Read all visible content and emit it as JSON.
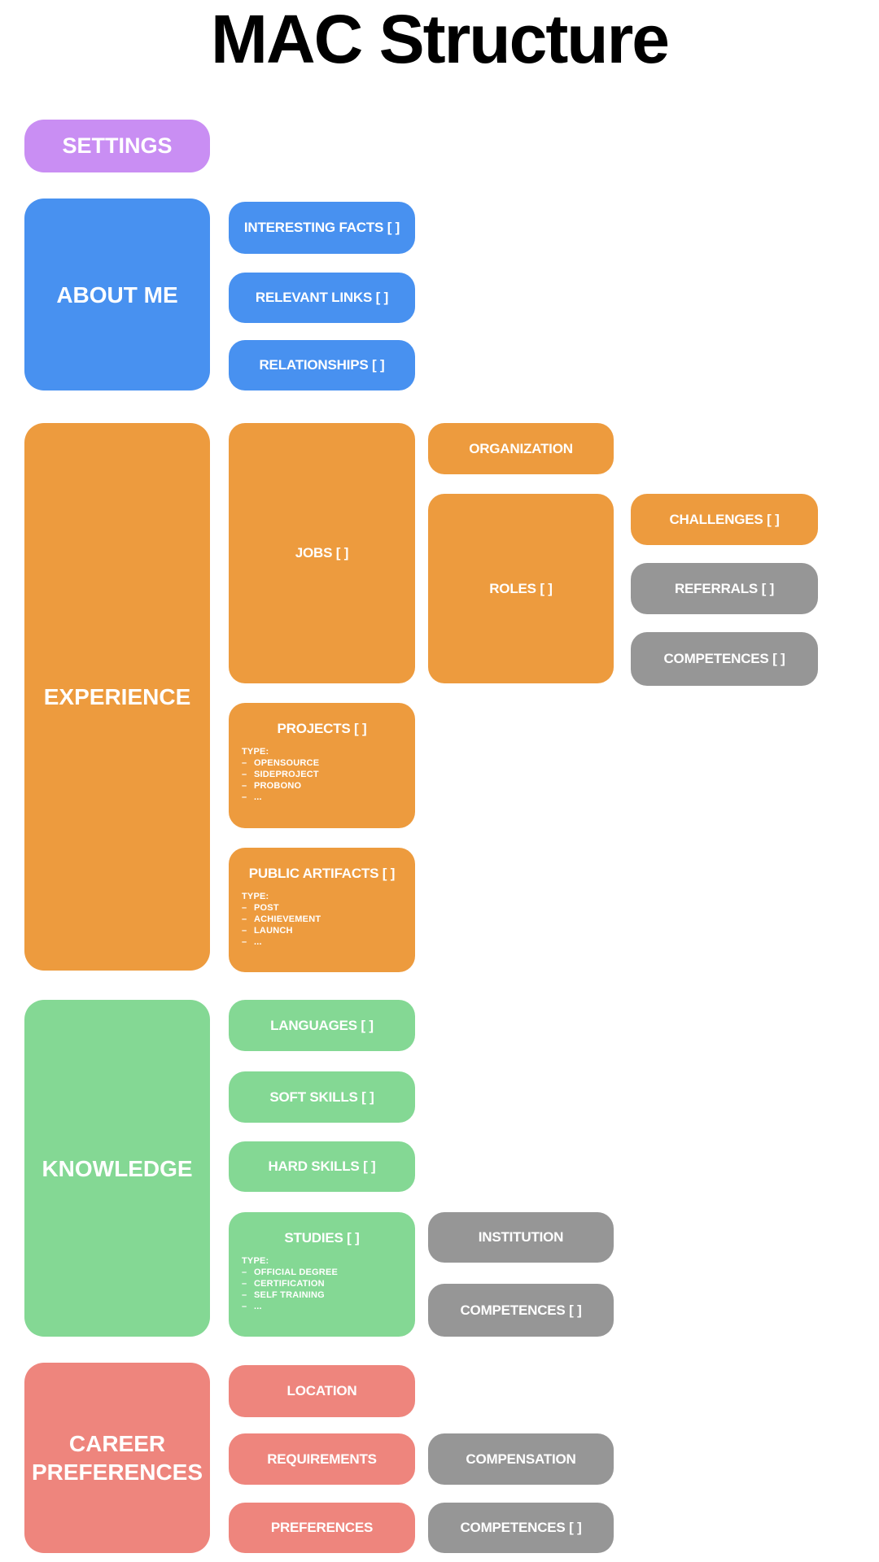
{
  "page_title": "MAC Structure",
  "list_dash": "–",
  "type_label": "TYPE:",
  "palette": {
    "purple": "#c98ef3",
    "blue": "#4891f0",
    "orange": "#ed9b3e",
    "green": "#84d894",
    "red": "#ee857d",
    "gray": "#969696",
    "label_text": "#ffffff",
    "title_text": "#000000"
  },
  "settings": {
    "label": "SETTINGS"
  },
  "about": {
    "label": "ABOUT ME",
    "interesting_facts": "INTERESTING FACTS [ ]",
    "relevant_links": "RELEVANT LINKS [ ]",
    "relationships": "RELATIONSHIPS [ ]"
  },
  "experience": {
    "label": "EXPERIENCE",
    "jobs": "JOBS [ ]",
    "organization": "ORGANIZATION",
    "roles": "ROLES [ ]",
    "challenges": "CHALLENGES [ ]",
    "referrals": "REFERRALS [ ]",
    "roles_competences": "COMPETENCES [ ]",
    "projects": {
      "label": "PROJECTS [ ]",
      "items": [
        "OPENSOURCE",
        "SIDEPROJECT",
        "PROBONO",
        "..."
      ]
    },
    "public_artifacts": {
      "label": "PUBLIC ARTIFACTS [ ]",
      "items": [
        "POST",
        "ACHIEVEMENT",
        "LAUNCH",
        "..."
      ]
    }
  },
  "knowledge": {
    "label": "KNOWLEDGE",
    "languages": "LANGUAGES [ ]",
    "soft_skills": "SOFT SKILLS [ ]",
    "hard_skills": "HARD SKILLS [ ]",
    "studies": {
      "label": "STUDIES [ ]",
      "items": [
        "OFFICIAL DEGREE",
        "CERTIFICATION",
        "SELF TRAINING",
        "..."
      ]
    },
    "institution": "INSTITUTION",
    "studies_competences": "COMPETENCES [ ]"
  },
  "career": {
    "label": "CAREER PREFERENCES",
    "location": "LOCATION",
    "requirements": "REQUIREMENTS",
    "preferences": "PREFERENCES",
    "compensation": "COMPENSATION",
    "career_competences": "COMPETENCES [ ]"
  }
}
